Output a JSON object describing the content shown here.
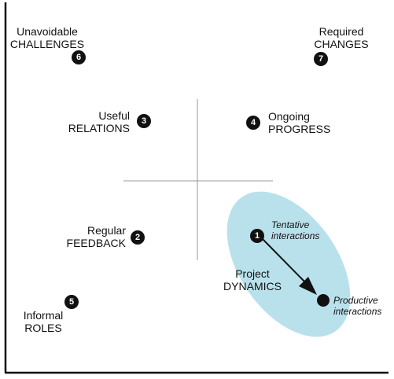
{
  "colors": {
    "ink": "#111111",
    "ellipse": "#b9e1ec",
    "divider": "#999999"
  },
  "items": {
    "challenges": {
      "line1": "Unavoidable",
      "line2": "CHALLENGES",
      "num": "6"
    },
    "changes": {
      "line1": "Required",
      "line2": "CHANGES",
      "num": "7"
    },
    "relations": {
      "line1": "Useful",
      "line2": "RELATIONS",
      "num": "3"
    },
    "progress": {
      "line1": "Ongoing",
      "line2": "PROGRESS",
      "num": "4"
    },
    "feedback": {
      "line1": "Regular",
      "line2": "FEEDBACK",
      "num": "2"
    },
    "roles": {
      "line1": "Informal",
      "line2": "ROLES",
      "num": "5"
    },
    "dynamics": {
      "line1": "Project",
      "line2": "DYNAMICS"
    },
    "tentative": {
      "line1": "Tentative",
      "line2": "interactions",
      "num": "1"
    },
    "productive": {
      "line1": "Productive",
      "line2": "interactions"
    }
  }
}
